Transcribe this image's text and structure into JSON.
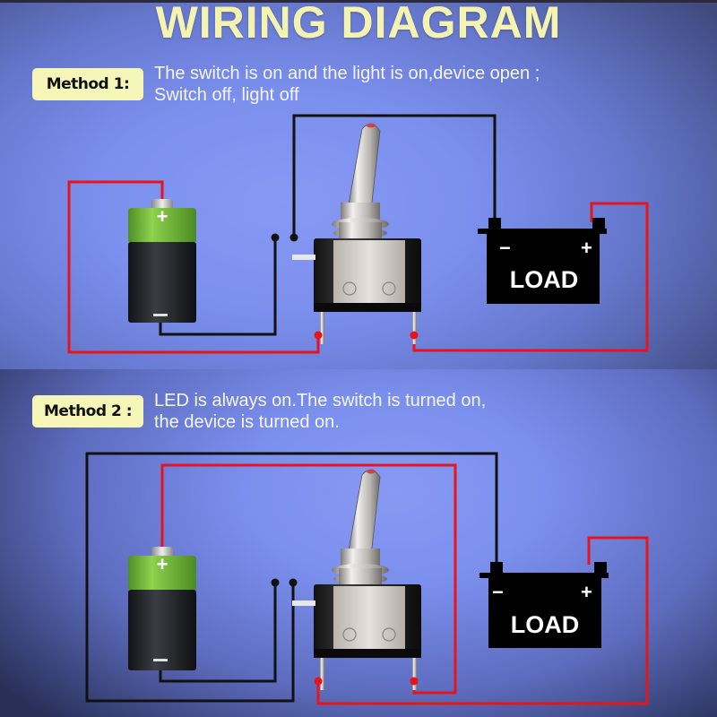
{
  "title": "WIRING DIAGRAM",
  "methods": [
    {
      "label": "Method 1:",
      "description_line1": "The switch is on and the light is on,device open ;",
      "description_line2": "Switch off, light off",
      "load_label": "LOAD",
      "battery_plus": "+",
      "battery_minus": "−",
      "load_minus": "−",
      "load_plus": "+"
    },
    {
      "label": "Method 2 :",
      "description_line1": "LED is always on.The switch is turned on,",
      "description_line2": "the device is turned on.",
      "load_label": "LOAD",
      "battery_plus": "+",
      "battery_minus": "−",
      "load_minus": "−",
      "load_plus": "+"
    }
  ],
  "colors": {
    "title": "#f4f4b0",
    "badge": "#f6f6b8",
    "wire_positive": "#e8141c",
    "wire_negative": "#111111",
    "battery_green": "#7cc242",
    "battery_body": "#1c1e22",
    "load_body": "#000000"
  }
}
